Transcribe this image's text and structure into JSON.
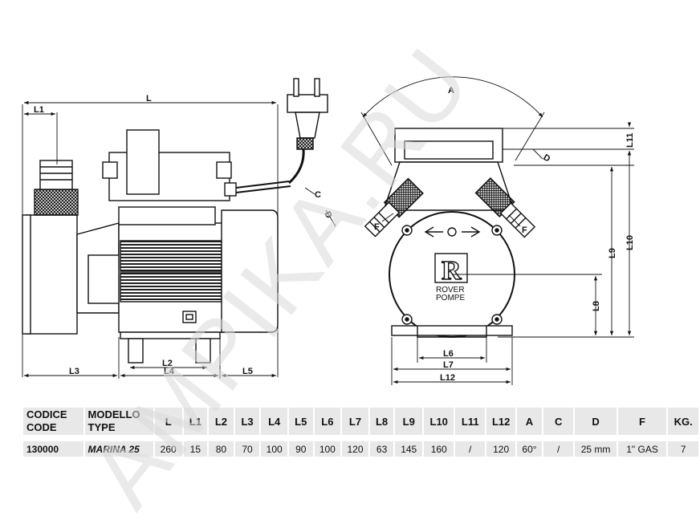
{
  "drawing": {
    "dims": {
      "L": "L",
      "L1": "L1",
      "L2": "L2",
      "L3": "L3",
      "L4": "L4",
      "L5": "L5",
      "L6": "L6",
      "L7": "L7",
      "L8": "L8",
      "L9": "L9",
      "L10": "L10",
      "L11": "L11",
      "L12": "L12",
      "A": "A",
      "C": "C",
      "D1": "D",
      "D2": "D",
      "F1": "F",
      "F2": "F"
    },
    "logo": {
      "letter": "R",
      "line1": "ROVER",
      "line2": "POMPE"
    }
  },
  "watermark": "AMPIKA.RU",
  "table": {
    "headers": [
      {
        "line1": "CODICE",
        "line2": "CODE"
      },
      {
        "line1": "MODELLO",
        "line2": "TYPE"
      },
      {
        "line1": "",
        "line2": "L"
      },
      {
        "line1": "",
        "line2": "L1"
      },
      {
        "line1": "",
        "line2": "L2"
      },
      {
        "line1": "",
        "line2": "L3"
      },
      {
        "line1": "",
        "line2": "L4"
      },
      {
        "line1": "",
        "line2": "L5"
      },
      {
        "line1": "",
        "line2": "L6"
      },
      {
        "line1": "",
        "line2": "L7"
      },
      {
        "line1": "",
        "line2": "L8"
      },
      {
        "line1": "",
        "line2": "L9"
      },
      {
        "line1": "",
        "line2": "L10"
      },
      {
        "line1": "",
        "line2": "L11"
      },
      {
        "line1": "",
        "line2": "L12"
      },
      {
        "line1": "",
        "line2": "A"
      },
      {
        "line1": "",
        "line2": "C"
      },
      {
        "line1": "",
        "line2": "D"
      },
      {
        "line1": "",
        "line2": "F"
      },
      {
        "line1": "",
        "line2": "KG."
      }
    ],
    "row": [
      "130000",
      "MARINA 25",
      "260",
      "15",
      "80",
      "70",
      "100",
      "90",
      "100",
      "120",
      "63",
      "145",
      "160",
      "/",
      "120",
      "60°",
      "/",
      "25 mm",
      "1\" GAS",
      "7"
    ]
  }
}
